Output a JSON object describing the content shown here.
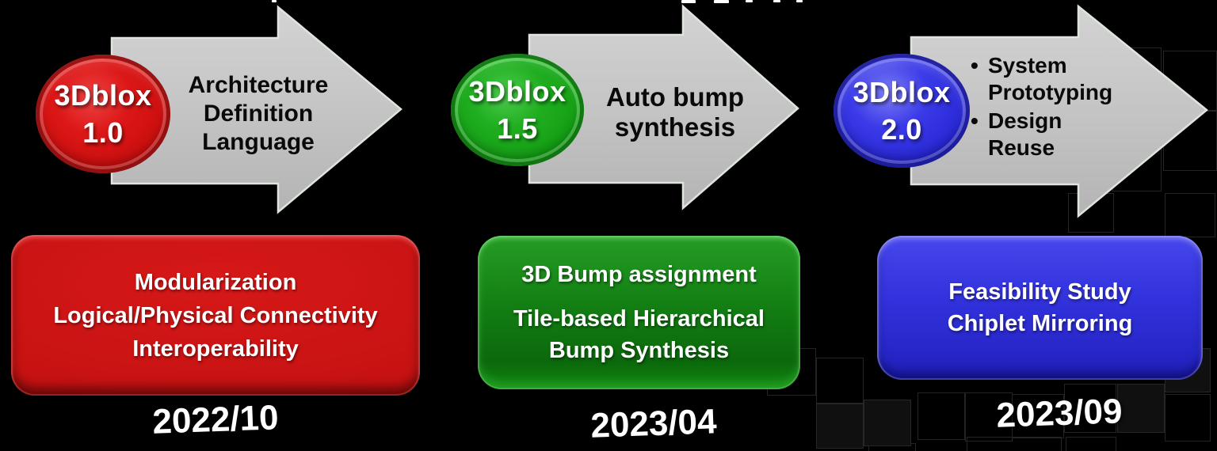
{
  "palette": {
    "background": "#000000",
    "arrow_fill": "#c5c5c5",
    "red": "#cc1212",
    "green": "#16a016",
    "blue": "#2d2de0",
    "text_on_dark": "#ffffff",
    "text_on_arrow": "#0a0a0a"
  },
  "milestones": [
    {
      "badge": {
        "title": "3Dblox",
        "version": "1.0",
        "color": "#d41414"
      },
      "arrow": {
        "label": "Architecture\nDefinition\nLanguage"
      },
      "box": {
        "color": "#c71212",
        "paragraphs": [
          "Modularization\nLogical/Physical Connectivity\nInteroperability"
        ]
      },
      "date": "2022/10"
    },
    {
      "badge": {
        "title": "3Dblox",
        "version": "1.5",
        "color": "#16a016"
      },
      "arrow": {
        "label": "Auto bump\nsynthesis"
      },
      "box": {
        "color": "#117811",
        "paragraphs": [
          "3D Bump assignment",
          "Tile-based Hierarchical\nBump Synthesis"
        ]
      },
      "date": "2023/04"
    },
    {
      "badge": {
        "title": "3Dblox",
        "version": "2.0",
        "color": "#2d2de0"
      },
      "arrow": {
        "bullet_char": "•",
        "bullets": [
          "System Prototyping",
          "Design Reuse"
        ]
      },
      "box": {
        "color": "#3232dd",
        "paragraphs": [
          "Feasibility Study\nChiplet Mirroring"
        ]
      },
      "date": "2023/09"
    }
  ]
}
